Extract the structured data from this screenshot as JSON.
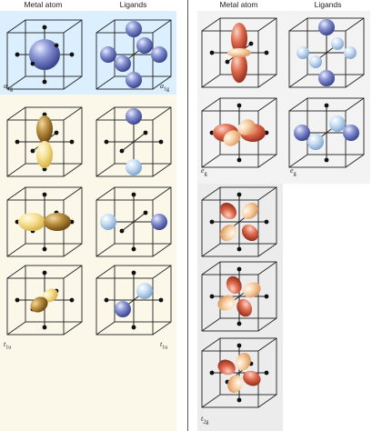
{
  "headers": {
    "left_metal": "Metal atom",
    "left_ligands": "Ligands",
    "right_metal": "Metal atom",
    "right_ligands": "Ligands"
  },
  "labels": {
    "a1g_metal": {
      "main": "a",
      "sub": "1g"
    },
    "a1g_ligand": {
      "main": "a",
      "sub": "1g"
    },
    "t1u_metal": {
      "main": "t",
      "sub": "1u"
    },
    "t1u_ligand": {
      "main": "t",
      "sub": "1u"
    },
    "eg_metal": {
      "main": "e",
      "sub": "g"
    },
    "eg_ligand": {
      "main": "e",
      "sub": "g"
    },
    "t2g_metal": {
      "main": "t",
      "sub": "2g"
    }
  },
  "colors": {
    "a1g_highlight": "#dcefff",
    "left_column_bg": "#fbf8ea",
    "right_column_bg": "#efefef",
    "blue_orbital": "#7a86c8",
    "light_blue_orbital": "#b8d4ef",
    "gold_orbital": "#b58a3a",
    "yellow_orbital": "#f4dc84",
    "red_orbital": "#d9644a",
    "peach_orbital": "#f6c9a0"
  }
}
